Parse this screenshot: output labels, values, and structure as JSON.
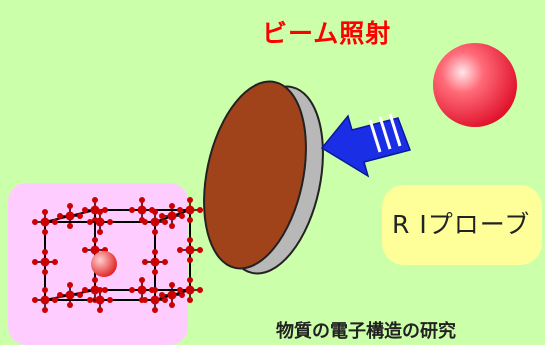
{
  "title": "ビーム照射",
  "probe_label": "R Iプローブ",
  "caption": "物質の電子構造の研究",
  "colors": {
    "background": "#ccffaa",
    "title": "#ff0000",
    "probe_box": "#ffff99",
    "crystal_box": "#ffccff",
    "target_face": "#a0421a",
    "target_rim": "#c0c0c0",
    "arrow": "#1a2ee6",
    "probe_sphere": "#ff3b4d",
    "atom": "#cc0000"
  },
  "icons": {
    "arrow": "beam-arrow-icon",
    "sphere": "ri-probe-sphere-icon",
    "target": "target-disk-icon",
    "crystal": "crystal-lattice-icon"
  }
}
